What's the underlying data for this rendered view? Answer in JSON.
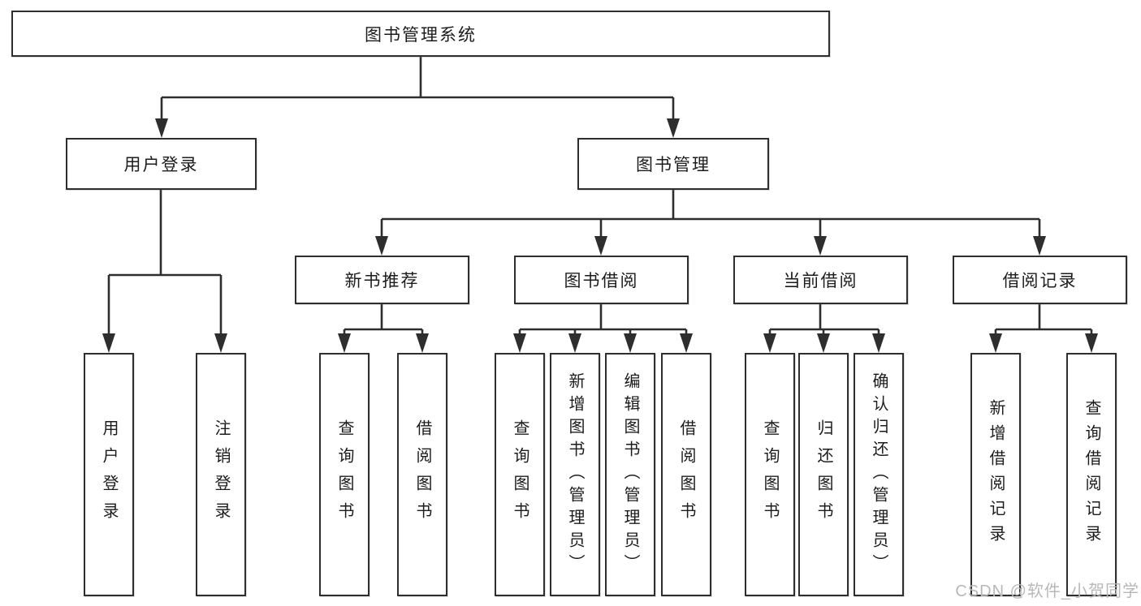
{
  "tree": {
    "label": "图书管理系统",
    "children": [
      {
        "label": "用户登录",
        "children": [
          {
            "label": "用户登录"
          },
          {
            "label": "注销登录"
          }
        ]
      },
      {
        "label": "图书管理",
        "children": [
          {
            "label": "新书推荐",
            "children": [
              {
                "label": "查询图书"
              },
              {
                "label": "借阅图书"
              }
            ]
          },
          {
            "label": "图书借阅",
            "children": [
              {
                "label": "查询图书"
              },
              {
                "label": "新增图书（管理员）"
              },
              {
                "label": "编辑图书（管理员）"
              },
              {
                "label": "借阅图书"
              }
            ]
          },
          {
            "label": "当前借阅",
            "children": [
              {
                "label": "查询图书"
              },
              {
                "label": "归还图书"
              },
              {
                "label": "确认归还（管理员）"
              }
            ]
          },
          {
            "label": "借阅记录",
            "children": [
              {
                "label": "新增借阅记录"
              },
              {
                "label": "查询借阅记录"
              }
            ]
          }
        ]
      }
    ]
  },
  "watermark": {
    "text": "CSDN @软件_小贺同学"
  },
  "colors": {
    "line": "#2e2e2e",
    "text": "#1c1c1c",
    "watermark": "#b8b8b8",
    "background": "#ffffff"
  }
}
